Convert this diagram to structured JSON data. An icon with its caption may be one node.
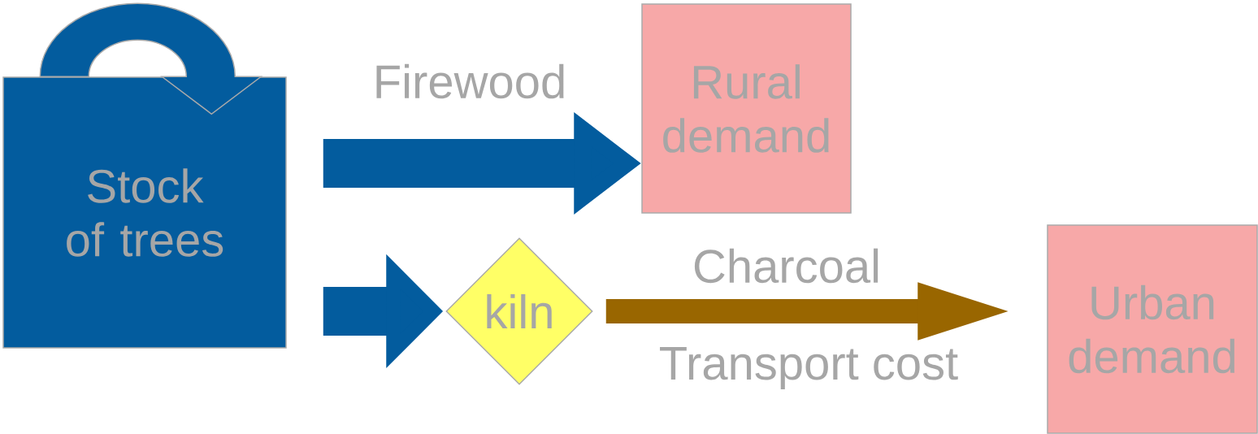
{
  "diagram": {
    "nodes": [
      {
        "text": [
          "Stock of trees"
        ]
      },
      {
        "text": [
          "Rural demand"
        ]
      },
      {
        "text": [
          "kiln"
        ]
      },
      {
        "text": [
          "Urban demand"
        ]
      }
    ],
    "edges": [
      {
        "from": 0,
        "to": 0,
        "arrow": "to"
      },
      {
        "from": 0,
        "to": 1,
        "arrow": "to",
        "label": "Firewood"
      },
      {
        "from": 0,
        "to": 2,
        "arrow": "to"
      },
      {
        "from": 2,
        "to": 3,
        "arrow": "to",
        "label": "Charcoal",
        "color": "#996600"
      }
    ],
    "labels": [
      "Transport cost"
    ]
  }
}
